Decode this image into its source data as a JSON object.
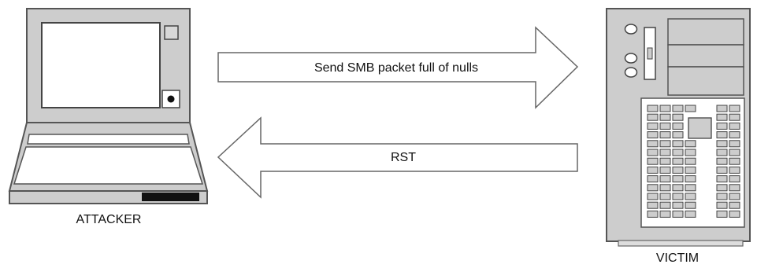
{
  "diagram": {
    "attacker": {
      "label": "ATTACKER"
    },
    "victim": {
      "label": "VICTIM"
    },
    "arrows": [
      {
        "label": "Send SMB packet full of nulls",
        "direction": "right"
      },
      {
        "label": "RST",
        "direction": "left"
      }
    ]
  },
  "colors": {
    "device_fill": "#cdcdcd",
    "device_stroke": "#555555",
    "screen_fill": "#ffffff",
    "arrow_fill": "#ffffff",
    "arrow_stroke": "#666666"
  }
}
